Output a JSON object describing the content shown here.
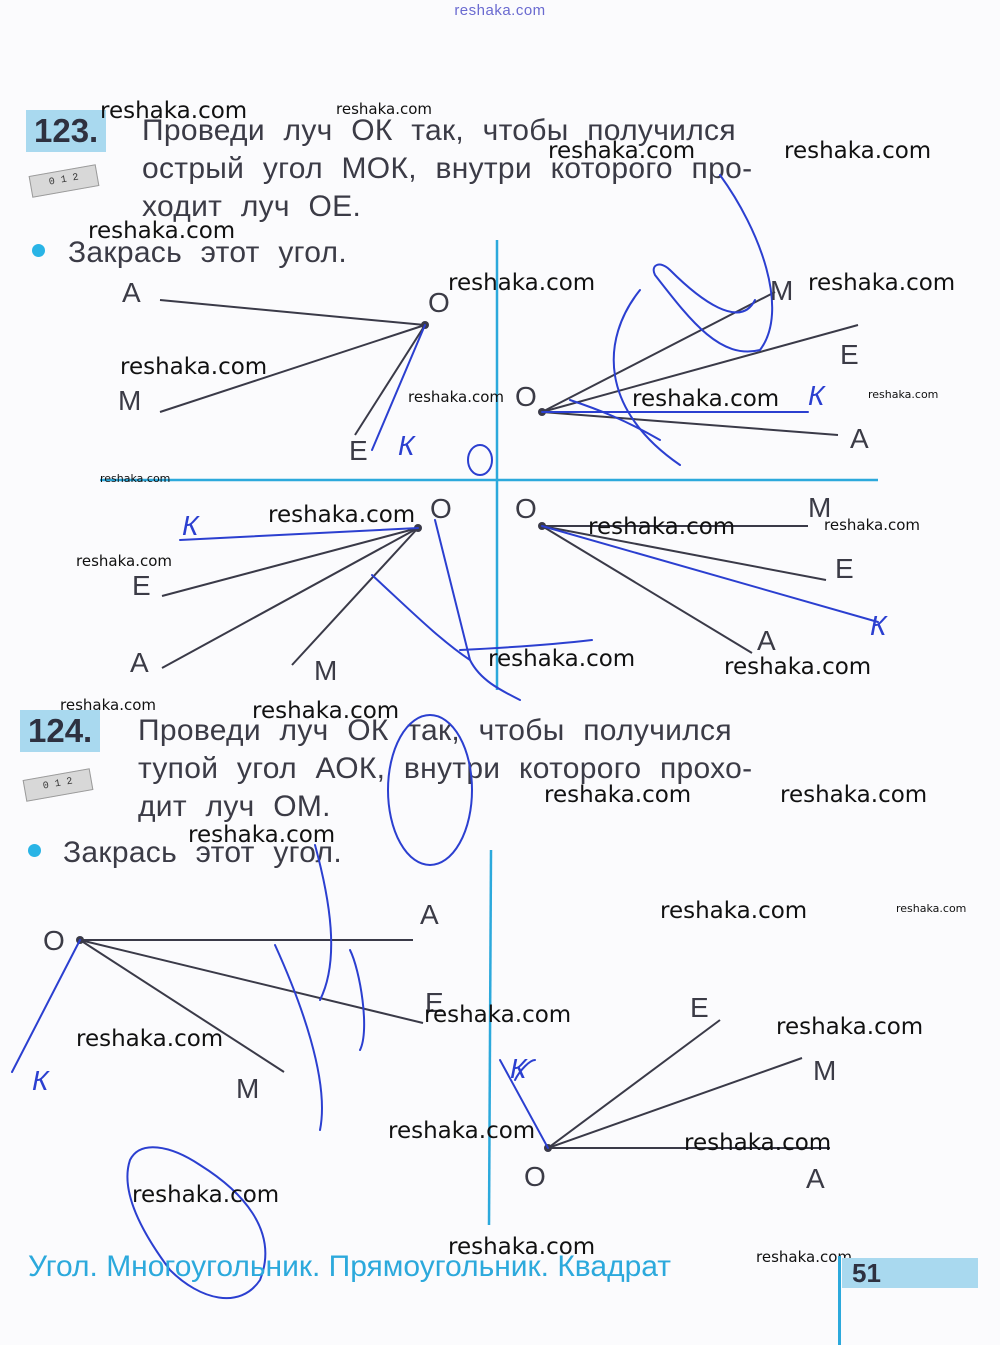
{
  "site_header": "reshaka.com",
  "task123": {
    "number": "123.",
    "line1": "Проведи луч ОК так, чтобы получился",
    "line2": "острый угол МОК, внутри которого про-",
    "line3": "ходит луч ОЕ.",
    "instruction": "Закрась этот угол."
  },
  "task124": {
    "number": "124.",
    "line1": "Проведи луч ОК так, чтобы получился",
    "line2": "тупой угол АОК, внутри которого прохо-",
    "line3": "дит луч ОМ.",
    "instruction": "Закрась этот угол."
  },
  "ruler_label": "0 1 2",
  "footer": {
    "chapter": "Угол. Многоугольник. Прямоугольник. Квадрат",
    "page": "51"
  },
  "watermark": "reshaka.com",
  "labels": {
    "A": "А",
    "O": "О",
    "M": "М",
    "E": "Е",
    "K": "К"
  },
  "colors": {
    "accent": "#2ca9dc",
    "badge": "#a9d9ef",
    "pen": "#2b3fd0",
    "line": "#3a3a48"
  }
}
